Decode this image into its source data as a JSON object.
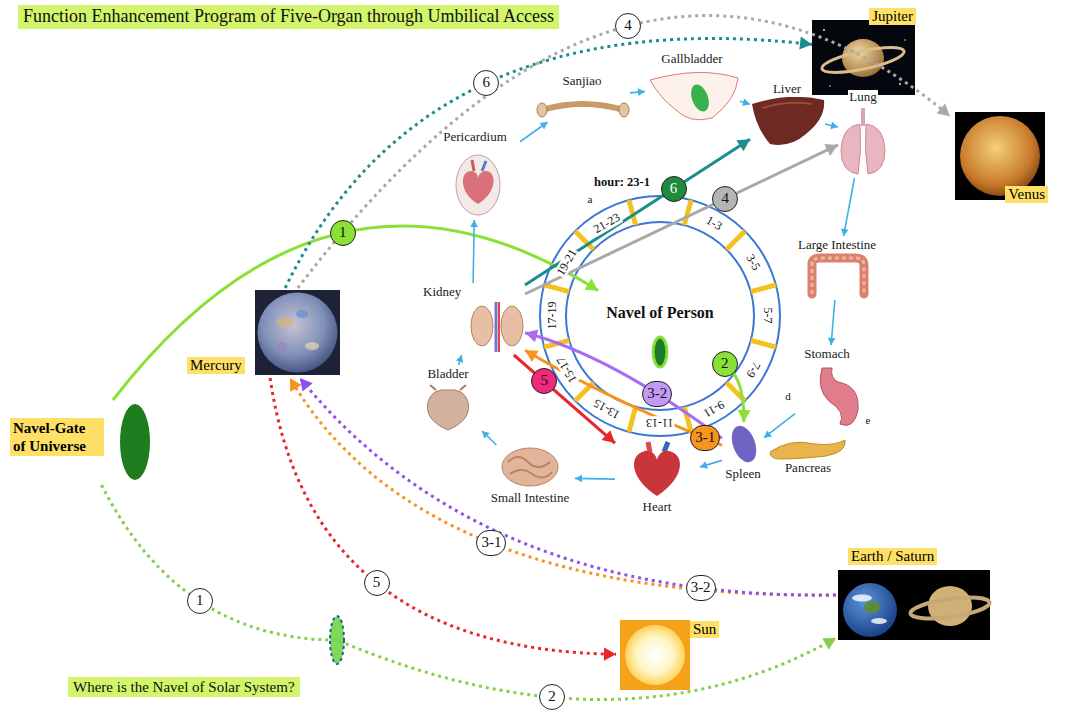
{
  "diagram": {
    "title": "Function Enhancement Program of Five-Organ through Umbilical Access",
    "caption": "Where is the Navel of Solar System?",
    "nodes": [
      {
        "text": [
          "Navel-Gate of Universe"
        ]
      },
      {
        "text": [
          "Mercury"
        ]
      },
      {
        "text": [
          "Jupiter"
        ]
      },
      {
        "text": [
          "Venus"
        ]
      },
      {
        "text": [
          "Earth / Saturn"
        ]
      },
      {
        "text": [
          "Sun"
        ]
      },
      {
        "text": [
          "Navel of Person"
        ]
      },
      {
        "text": [
          "Pericardium"
        ]
      },
      {
        "text": [
          "Sanjiao"
        ]
      },
      {
        "text": [
          "Gallbladder"
        ]
      },
      {
        "text": [
          "Liver"
        ]
      },
      {
        "text": [
          "Lung"
        ]
      },
      {
        "text": [
          "Large Intestine"
        ]
      },
      {
        "text": [
          "Stomach"
        ]
      },
      {
        "text": [
          "Pancreas"
        ]
      },
      {
        "text": [
          "Spleen"
        ]
      },
      {
        "text": [
          "Heart"
        ]
      },
      {
        "text": [
          "Small Intestine"
        ]
      },
      {
        "text": [
          "Bladder"
        ]
      },
      {
        "text": [
          "Kidney"
        ]
      }
    ],
    "edges": [
      {
        "from": 0,
        "to": 6,
        "label": "1",
        "arrow": "to"
      },
      {
        "from": 6,
        "to": 15,
        "label": "2",
        "arrow": "to"
      },
      {
        "from": 15,
        "to": 19,
        "label": "3-2",
        "arrow": "to"
      },
      {
        "from": 15,
        "to": 19,
        "label": "3-1",
        "arrow": "to"
      },
      {
        "from": 19,
        "to": 16,
        "label": "5",
        "arrow": "to"
      },
      {
        "from": 19,
        "to": 10,
        "label": "6",
        "arrow": "to"
      },
      {
        "from": 19,
        "to": 11,
        "label": "4",
        "arrow": "to"
      },
      {
        "from": 1,
        "to": 2,
        "label": "6",
        "arrow": "to"
      },
      {
        "from": 1,
        "to": 3,
        "label": "4",
        "arrow": "to"
      },
      {
        "from": 0,
        "to": 4,
        "label": "1",
        "arrow": "to"
      },
      {
        "from": 1,
        "to": 5,
        "label": "5",
        "arrow": "to"
      },
      {
        "from": 4,
        "to": 1,
        "label": "3-1",
        "arrow": "to"
      },
      {
        "from": 4,
        "to": 1,
        "label": "3-2",
        "arrow": "to"
      },
      {
        "from": 7,
        "to": 8,
        "arrow": "to"
      },
      {
        "from": 8,
        "to": 9,
        "arrow": "to"
      },
      {
        "from": 9,
        "to": 10,
        "arrow": "to"
      },
      {
        "from": 10,
        "to": 11,
        "arrow": "to"
      },
      {
        "from": 11,
        "to": 12,
        "arrow": "to"
      },
      {
        "from": 12,
        "to": 13,
        "arrow": "to"
      },
      {
        "from": 13,
        "to": 15,
        "arrow": "to"
      },
      {
        "from": 15,
        "to": 16,
        "arrow": "to"
      },
      {
        "from": 16,
        "to": 17,
        "arrow": "to"
      },
      {
        "from": 17,
        "to": 18,
        "arrow": "to"
      },
      {
        "from": 18,
        "to": 19,
        "arrow": "to"
      },
      {
        "from": 19,
        "to": 7,
        "arrow": "to"
      }
    ],
    "labels": [
      "hour: 23-1",
      "1-3",
      "3-5",
      "5-7",
      "7-9",
      "9-11",
      "11-13",
      "13-15",
      "15-17",
      "17-19",
      "19-21",
      "21-23",
      "a",
      "d",
      "e",
      "2"
    ]
  }
}
